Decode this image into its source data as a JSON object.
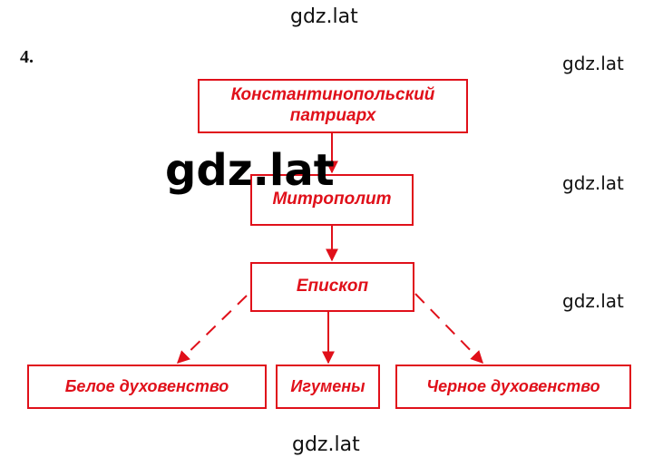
{
  "watermarks": {
    "top": "gdz.lat",
    "right_1": "gdz.lat",
    "right_2": "gdz.lat",
    "right_3": "gdz.lat",
    "bottom": "gdz.lat",
    "overlay": "gdz.lat"
  },
  "task_number": "4.",
  "diagram": {
    "color": "#e0101a",
    "nodes": {
      "patriarch": {
        "line1": "Константинопольский",
        "line2": "патриарх"
      },
      "metropolitan": "Митрополит",
      "bishop": "Епископ",
      "white_clergy": "Белое духовенство",
      "hegumens": "Игумены",
      "black_clergy": "Черное духовенство"
    },
    "edges": [
      {
        "from": "patriarch",
        "to": "metropolitan",
        "style": "solid"
      },
      {
        "from": "metropolitan",
        "to": "bishop",
        "style": "solid"
      },
      {
        "from": "bishop",
        "to": "white_clergy",
        "style": "dashed"
      },
      {
        "from": "bishop",
        "to": "hegumens",
        "style": "solid"
      },
      {
        "from": "bishop",
        "to": "black_clergy",
        "style": "dashed"
      }
    ]
  }
}
